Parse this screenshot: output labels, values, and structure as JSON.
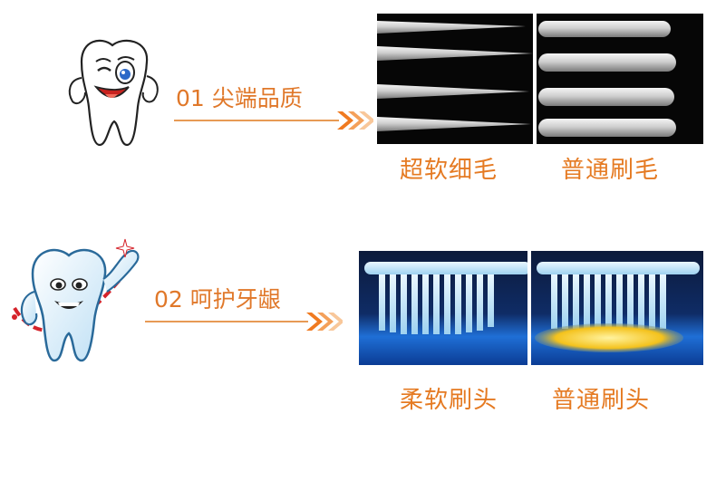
{
  "colors": {
    "accent": "#e0782a",
    "caption": "#e57a22",
    "arrow": "#f08a35"
  },
  "section1": {
    "number_title": "01 尖端品质",
    "mascot_icon": "winking-tooth-mascot-icon",
    "captions": [
      "超软细毛",
      "普通刷毛"
    ]
  },
  "section2": {
    "number_title": "02 呵护牙龈",
    "mascot_icon": "smiling-tooth-mascot-icon",
    "captions": [
      "柔软刷头",
      "普通刷头"
    ]
  }
}
